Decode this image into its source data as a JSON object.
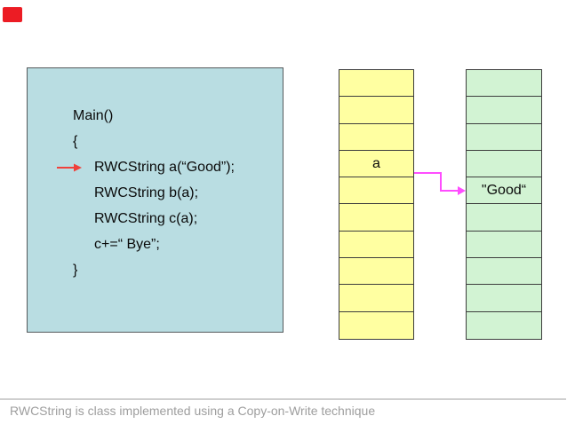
{
  "marker": {
    "color": "#ec1c24"
  },
  "code_box": {
    "fill": "#b9dde2",
    "arrow_color": "#f0413b",
    "lines": [
      {
        "text": "Main()",
        "indent": 0,
        "arrow": false
      },
      {
        "text": "{",
        "indent": 0,
        "arrow": false
      },
      {
        "text": "RWCString a(“Good”);",
        "indent": 1,
        "arrow": true
      },
      {
        "text": "RWCString b(a);",
        "indent": 1,
        "arrow": false
      },
      {
        "text": "RWCString c(a);",
        "indent": 1,
        "arrow": false
      },
      {
        "text": "c+=“ Bye”;",
        "indent": 1,
        "arrow": false
      },
      {
        "text": "}",
        "indent": 0,
        "arrow": false
      }
    ]
  },
  "memory": {
    "pointer_color": "#ff4dff",
    "stack": {
      "rows": 10,
      "fill": "#ffffa1",
      "cells": [
        {
          "row": 3,
          "label": "a"
        }
      ]
    },
    "heap": {
      "rows": 10,
      "fill": "#d2f3d3",
      "cells": [
        {
          "row": 4,
          "label": "\"Good“"
        }
      ]
    }
  },
  "footer": {
    "caption": "RWCString is class implemented using a Copy-on-Write technique"
  }
}
